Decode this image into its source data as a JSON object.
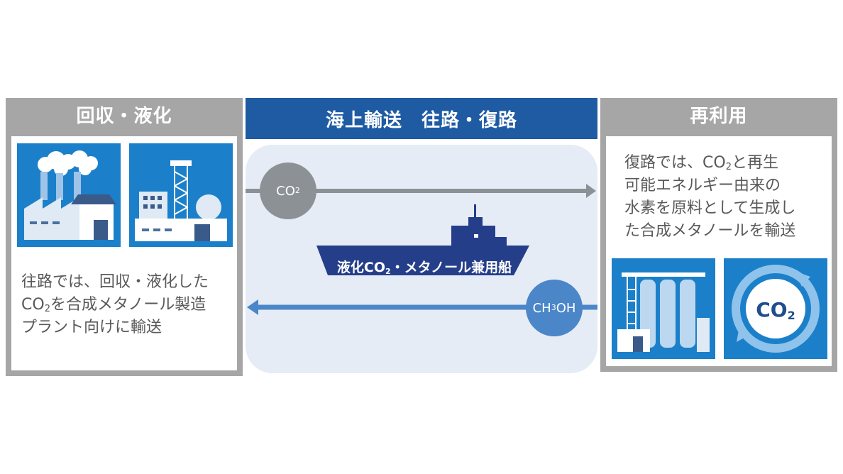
{
  "left_panel": {
    "title": "回収・液化",
    "text_line1": "往路では、回収・液化した",
    "text_line2_a": "CO",
    "text_line2_sub": "2",
    "text_line2_b": "を合成メタノール製造",
    "text_line3": "プラント向けに輸送"
  },
  "middle": {
    "title": "海上輸送　往路・復路",
    "co2_bubble": {
      "main": "CO",
      "sub": "2"
    },
    "methanol_bubble": {
      "a": "CH",
      "sub": "3",
      "b": " OH"
    },
    "ship_label": {
      "a": "液化CO",
      "sub": "2",
      "b": "・メタノール兼用船"
    }
  },
  "right_panel": {
    "title": "再利用",
    "text_line1_a": "復路では、CO",
    "text_line1_sub": "2",
    "text_line1_b": "と再生",
    "text_line2": "可能エネルギー由来の",
    "text_line3": "水素を原料として生成し",
    "text_line4": "た合成メタノールを輸送",
    "co2_icon": {
      "main": "CO",
      "sub": "2"
    }
  },
  "colors": {
    "panel_gray": "#a6a6a6",
    "header_blue": "#1f5ba3",
    "tile_blue": "#1b80c9",
    "arrow_gray": "#8c9196",
    "arrow_blue": "#4a86c8",
    "ship_navy": "#243e8a"
  }
}
